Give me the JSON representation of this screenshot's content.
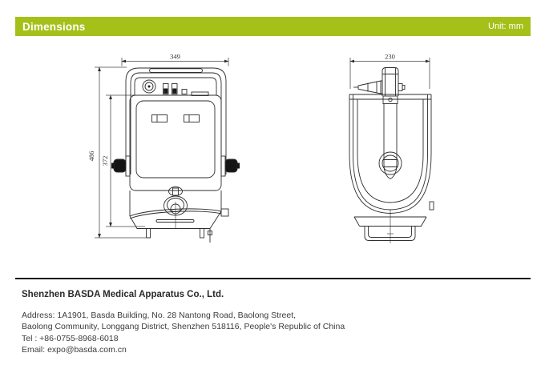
{
  "header": {
    "title": "Dimensions",
    "unit_label": "Unit: mm",
    "bar_color": "#a5c119"
  },
  "drawings": {
    "front_view": {
      "width_dim": "349",
      "height_dim_outer": "486",
      "height_dim_inner": "372"
    },
    "side_view": {
      "width_dim": "230"
    }
  },
  "footer": {
    "company": "Shenzhen BASDA Medical Apparatus Co., Ltd.",
    "lines": [
      "Address: 1A1901, Basda Building, No. 28 Nantong Road, Baolong Street,",
      "Baolong Community, Longgang District, Shenzhen 518116, People's Republic of China",
      "Tel : +86-0755-8968-6018",
      "Email: expo@basda.com.cn"
    ]
  }
}
